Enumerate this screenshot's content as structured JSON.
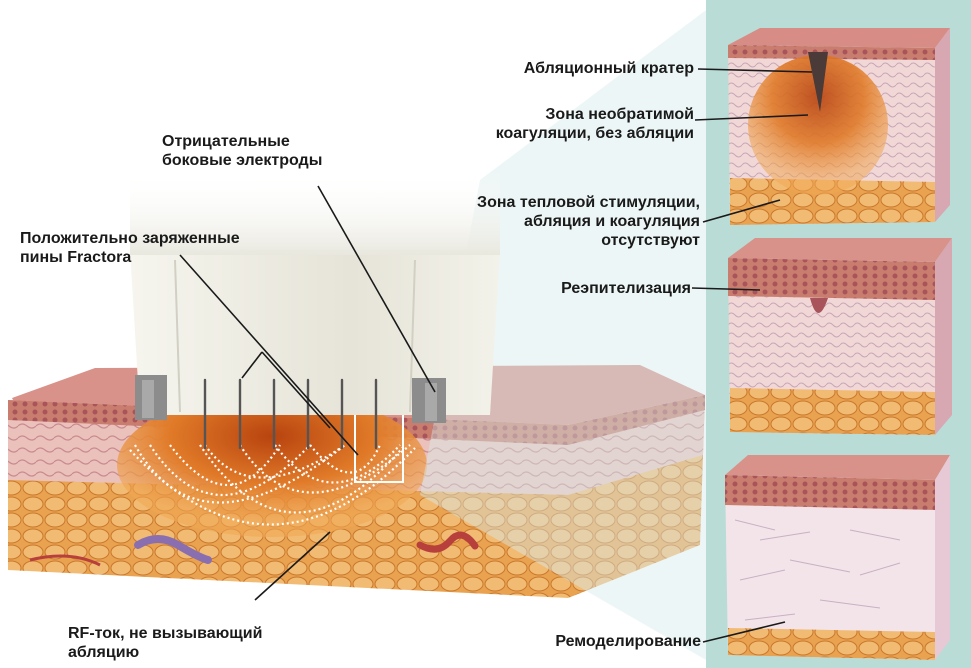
{
  "labels": {
    "ablation_crater": "Абляционный кратер",
    "irreversible_coag_l1": "Зона необратимой",
    "irreversible_coag_l2": "коагуляции, без абляции",
    "thermal_stim_l1": "Зона тепловой стимуляции,",
    "thermal_stim_l2": "абляция и коагуляция",
    "thermal_stim_l3": "отсутствуют",
    "reepithelization": "Реэпителизация",
    "remodeling": "Ремоделирование",
    "negative_electrodes_l1": "Отрицательные",
    "negative_electrodes_l2": "боковые электроды",
    "positive_pins_l1": "Положительно заряженные",
    "positive_pins_l2": "пины Fractora",
    "rf_current_l1": "RF-ток, не вызывающий",
    "rf_current_l2": "абляцию"
  },
  "colors": {
    "panel_bg": "#b9dcd6",
    "epidermis": "#d9968a",
    "dermis": "#e8b7b0",
    "fat": "#e8a455",
    "coagulation": "#d96d1c",
    "device": "#e9e8df",
    "electrode": "#8c8c8c"
  }
}
